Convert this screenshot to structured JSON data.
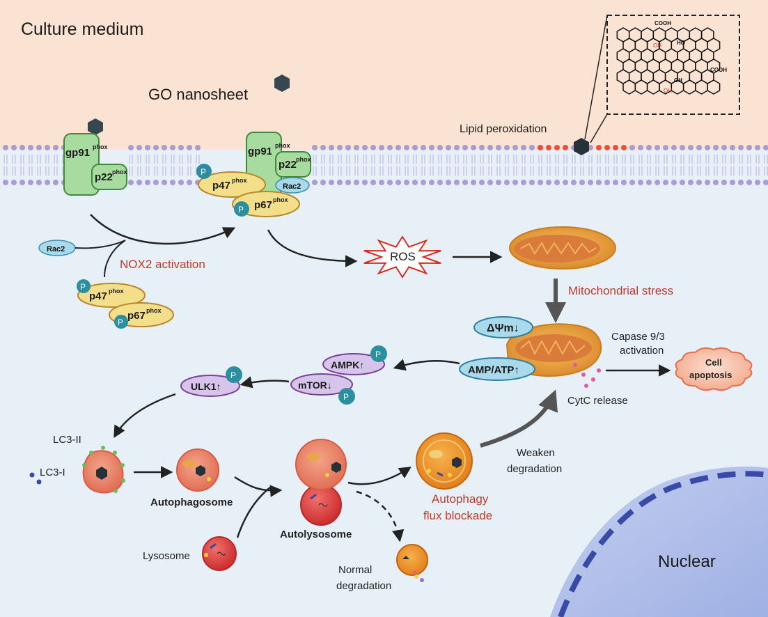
{
  "labels": {
    "culture_medium": "Culture medium",
    "go_nanosheet": "GO nanosheet",
    "lipid_peroxidation": "Lipid peroxidation",
    "nox2_activation": "NOX2 activation",
    "ros": "ROS",
    "mitochondrial_stress": "Mitochondrial stress",
    "delta_psi": "ΔΨm↓",
    "amp_atp": "AMP/ATP↑",
    "caspase_line1": "Capase 9/3",
    "caspase_line2": "activation",
    "cell_apoptosis_line1": "Cell",
    "cell_apoptosis_line2": "apoptosis",
    "cytc_release": "CytC release",
    "ampk": "AMPK↑",
    "mtor": "mTOR↓",
    "ulk1": "ULK1↑",
    "lc3_ii": "LC3-II",
    "lc3_i": "LC3-I",
    "autophagosome": "Autophagosome",
    "lysosome": "Lysosome",
    "autolysosome": "Autolysosome",
    "autophagy_blockade_line1": "Autophagy",
    "autophagy_blockade_line2": "flux blockade",
    "weaken_line1": "Weaken",
    "weaken_line2": "degradation",
    "normal_line1": "Normal",
    "normal_line2": "degradation",
    "nuclear": "Nuclear",
    "gp91": "gp91",
    "p22": "p22",
    "p47": "p47",
    "p67": "p67",
    "phox": "phox",
    "rac2": "Rac2",
    "p": "P",
    "cooh": "COOH",
    "oh": "OH",
    "ho": "HO"
  },
  "colors": {
    "medium_bg": "#fae3d2",
    "cytoplasm_bg": "#e6f0f6",
    "membrane_head": "#a99bd3",
    "peroxidized_head": "#e8503a",
    "gp91": "#a8dba0",
    "p47_p67": "#f3df8a",
    "rac2": "#a9d9ea",
    "phospho": "#2b8fa0",
    "mitochondria": "#e9a63a",
    "nucleus": "#aab8e6",
    "highlight_red": "#c0392b"
  }
}
